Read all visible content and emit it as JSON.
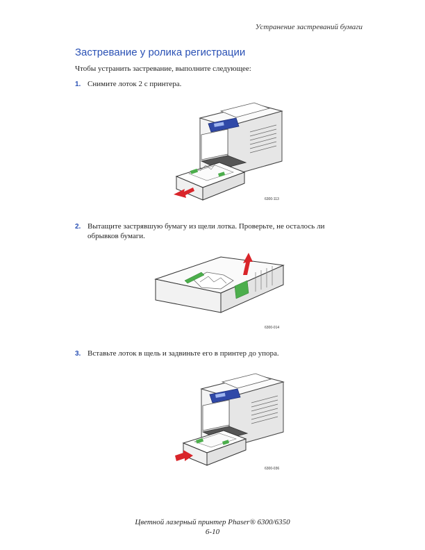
{
  "header": {
    "title": "Устранение застреваний бумаги"
  },
  "section": {
    "heading": "Застревание у ролика регистрации",
    "intro": "Чтобы устранить застревание, выполните следующее:"
  },
  "steps": [
    {
      "number": "1.",
      "text": "Снимите лоток 2 с принтера.",
      "figure_code": "6300-113"
    },
    {
      "number": "2.",
      "text": "Вытащите застрявшую бумагу из щели лотка. Проверьте, не осталось ли обрывков бумаги.",
      "figure_code": "6300-014"
    },
    {
      "number": "3.",
      "text": "Вставьте лоток в щель и задвиньте его в принтер до упора.",
      "figure_code": "6300-036"
    }
  ],
  "footer": {
    "line1": "Цветной лазерный принтер Phaser® 6300/6350",
    "page": "6-10"
  }
}
